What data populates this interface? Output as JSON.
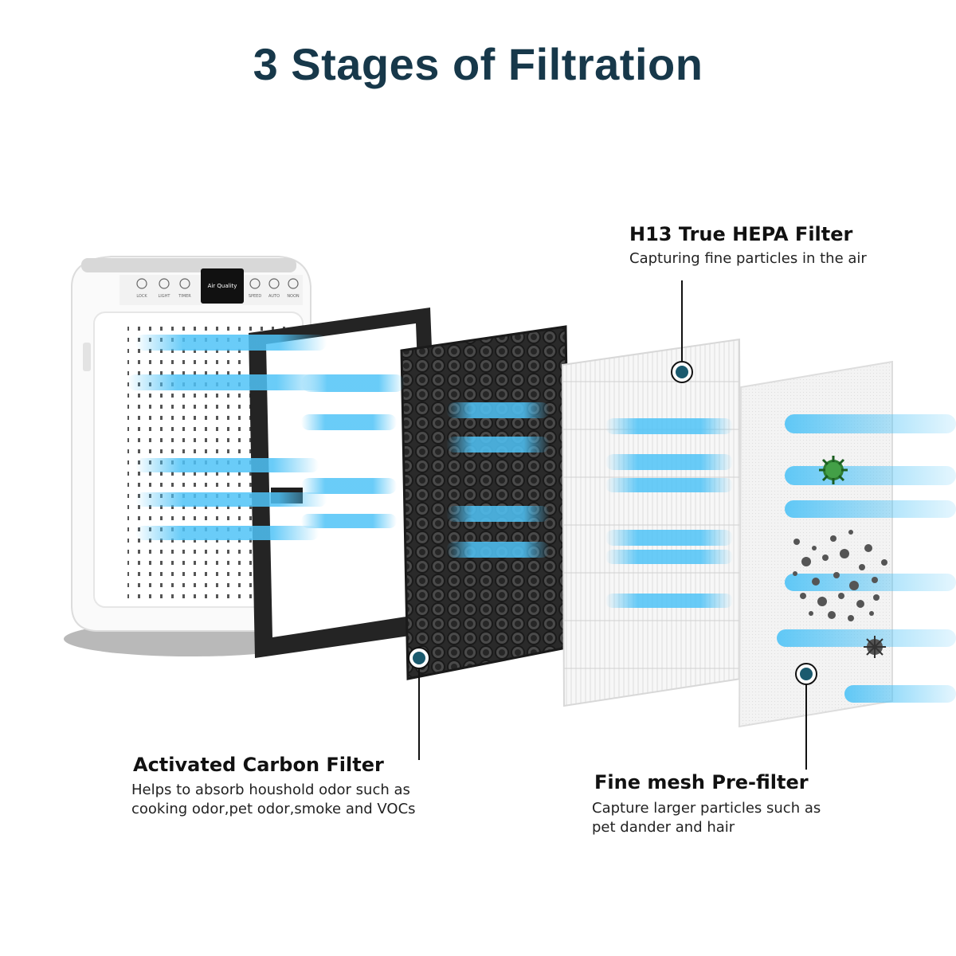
{
  "title": "3 Stages of Filtration",
  "colors": {
    "title": "#17384a",
    "marker": "#1b5a6e",
    "airflow": "#4fc3f7",
    "frame": "#2b2b2b",
    "carbon": "#3a3a3a"
  },
  "device": {
    "panel_label": "Air Quality",
    "buttons": [
      "LOCK",
      "LIGHT",
      "TIMER",
      "SPEED",
      "AUTO",
      "NOON"
    ]
  },
  "filters": {
    "hepa": {
      "title": "H13 True HEPA Filter",
      "description": "Capturing fine particles in the air"
    },
    "carbon": {
      "title": "Activated Carbon Filter",
      "description_lines": [
        "Helps to absorb houshold odor such as",
        "cooking odor,pet odor,smoke and VOCs"
      ]
    },
    "prefilter": {
      "title": "Fine mesh Pre-filter",
      "description_lines": [
        "Capture larger particles such as",
        "pet dander and hair"
      ]
    }
  },
  "icons": [
    "virus-icon",
    "particle-icon",
    "marker-icon"
  ]
}
